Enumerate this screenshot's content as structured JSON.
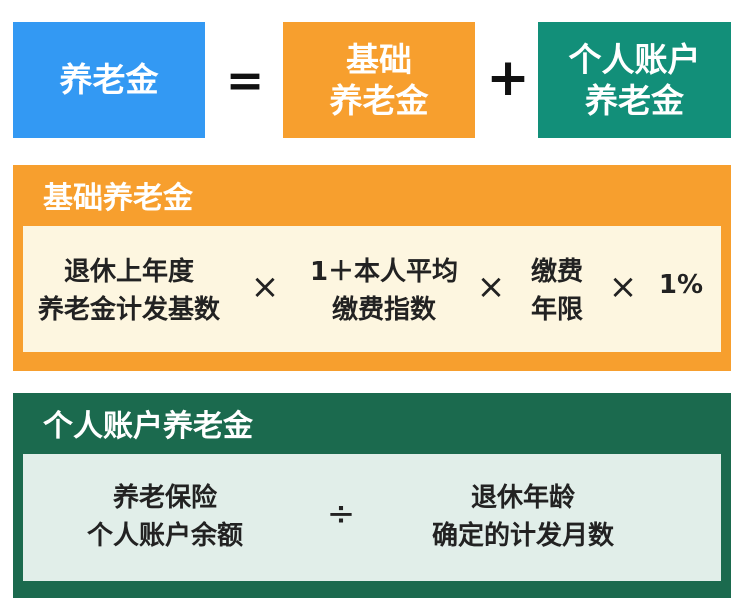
{
  "top": {
    "total": "养老金",
    "equals": "=",
    "basic": [
      "基础",
      "养老金"
    ],
    "plus": "+",
    "personal": [
      "个人账户",
      "养老金"
    ]
  },
  "basic_panel": {
    "title": "基础养老金",
    "term1": [
      "退休上年度",
      "养老金计发基数"
    ],
    "times1": "×",
    "term2": [
      "1＋本人平均",
      "缴费指数"
    ],
    "times2": "×",
    "term3": [
      "缴费",
      "年限"
    ],
    "times3": "×",
    "term4": "1%"
  },
  "personal_panel": {
    "title": "个人账户养老金",
    "term1": [
      "养老保险",
      "个人账户余额"
    ],
    "divide": "÷",
    "term2": [
      "退休年龄",
      "确定的计发月数"
    ]
  },
  "colors": {
    "blue": "#3399f3",
    "orange": "#f79f2e",
    "teal": "#128f79",
    "dark_green": "#1b6a4e",
    "cream": "#fdf6e0",
    "mint": "#e1eee9"
  }
}
